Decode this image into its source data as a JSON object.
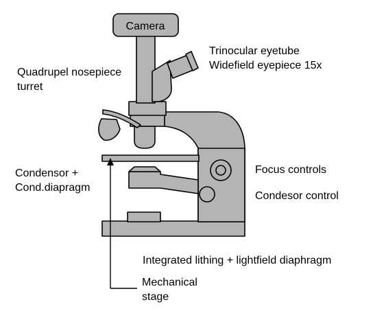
{
  "camera": {
    "label": "Camera"
  },
  "labels": {
    "trinocular": "Trinocular eyetube",
    "widefield": "Widefield eyepiece 15x",
    "nosepiece_line1": "Quadrupel nosepiece",
    "nosepiece_line2": "turret",
    "condensor_line1": "Condensor +",
    "condensor_line2": "Cond.diapragm",
    "focus": "Focus controls",
    "condesor_control": "Condesor control",
    "integrated": "Integrated lithing + lightfield diaphragm",
    "mechanical_line1": "Mechanical",
    "mechanical_line2": "stage"
  }
}
